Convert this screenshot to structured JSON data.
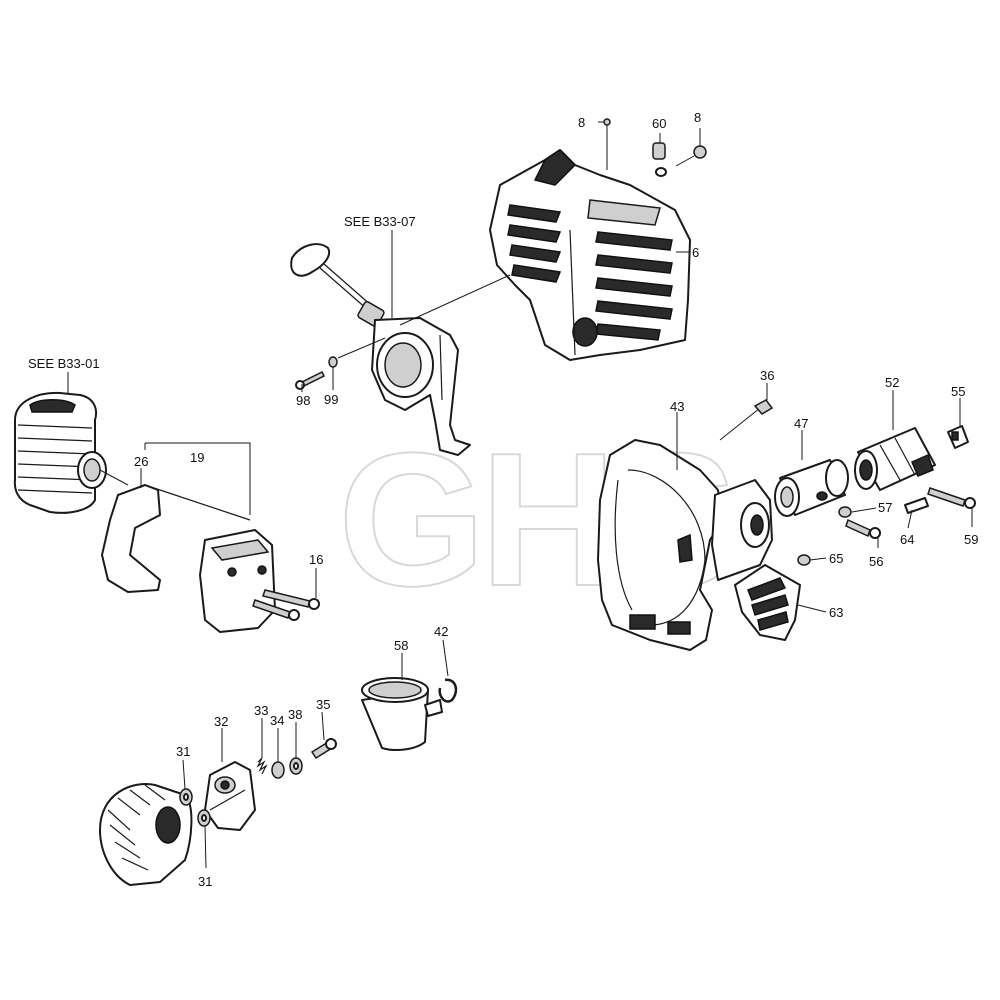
{
  "watermark": "GHS",
  "references": {
    "recoil": "SEE B33-07",
    "cylinder": "SEE B33-01"
  },
  "labels": {
    "p8a": "8",
    "p60": "60",
    "p8b": "8",
    "p6": "6",
    "p98": "98",
    "p99": "99",
    "p19": "19",
    "p26": "26",
    "p16": "16",
    "p36": "36",
    "p43": "43",
    "p47": "47",
    "p52": "52",
    "p55": "55",
    "p57": "57",
    "p56": "56",
    "p64": "64",
    "p59": "59",
    "p65": "65",
    "p63": "63",
    "p58": "58",
    "p42": "42",
    "p33": "33",
    "p32": "32",
    "p34": "34",
    "p38": "38",
    "p35": "35",
    "p31a": "31",
    "p31b": "31"
  }
}
